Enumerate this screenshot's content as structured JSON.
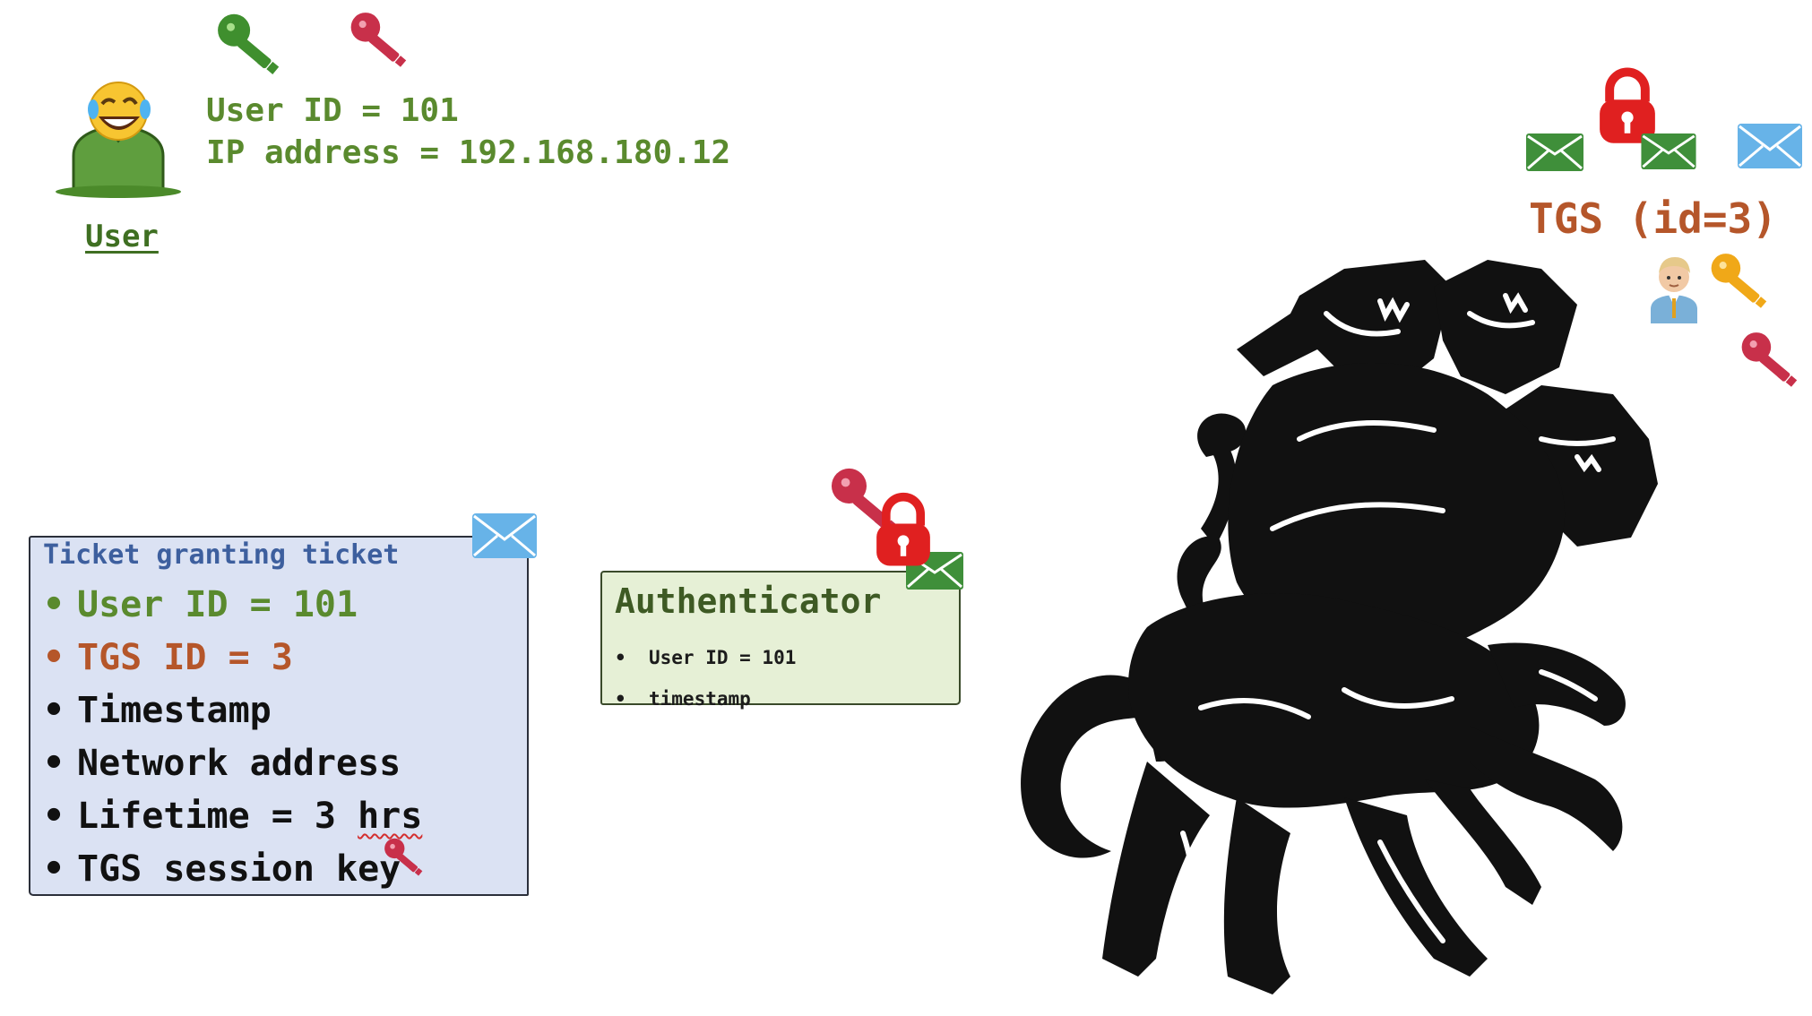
{
  "user": {
    "caption": "User",
    "user_id_line": "User ID = 101",
    "ip_line": "IP address = 192.168.180.12"
  },
  "tgs": {
    "title": "TGS (id=3)"
  },
  "tgt": {
    "title": "Ticket granting ticket",
    "bullet": "•",
    "items": [
      {
        "text": "User ID = 101"
      },
      {
        "text": "TGS ID = 3"
      },
      {
        "text": "Timestamp"
      },
      {
        "text": "Network address"
      },
      {
        "text_prefix": "Lifetime = 3 ",
        "text_suffix": "hrs"
      },
      {
        "text": "TGS session key"
      }
    ]
  },
  "authenticator": {
    "title": "Authenticator",
    "bullet": "•",
    "items": [
      "User ID = 101",
      "timestamp"
    ]
  },
  "colors": {
    "green": "#5a8a2e",
    "orange": "#b5562a",
    "red_key": "#c8304a",
    "gold_key": "#f0a818",
    "lock_red": "#e02020",
    "envelope_blue": "#67b3e8",
    "envelope_green": "#3f8f3a",
    "tgt_fill": "#dbe2f3",
    "auth_fill": "#e6f0d6"
  },
  "icons": [
    "green-key-icon",
    "red-key-icon",
    "laughing-user-icon",
    "envelope-icon",
    "lock-icon",
    "person-icon",
    "gold-key-icon",
    "cerberus-illustration"
  ]
}
